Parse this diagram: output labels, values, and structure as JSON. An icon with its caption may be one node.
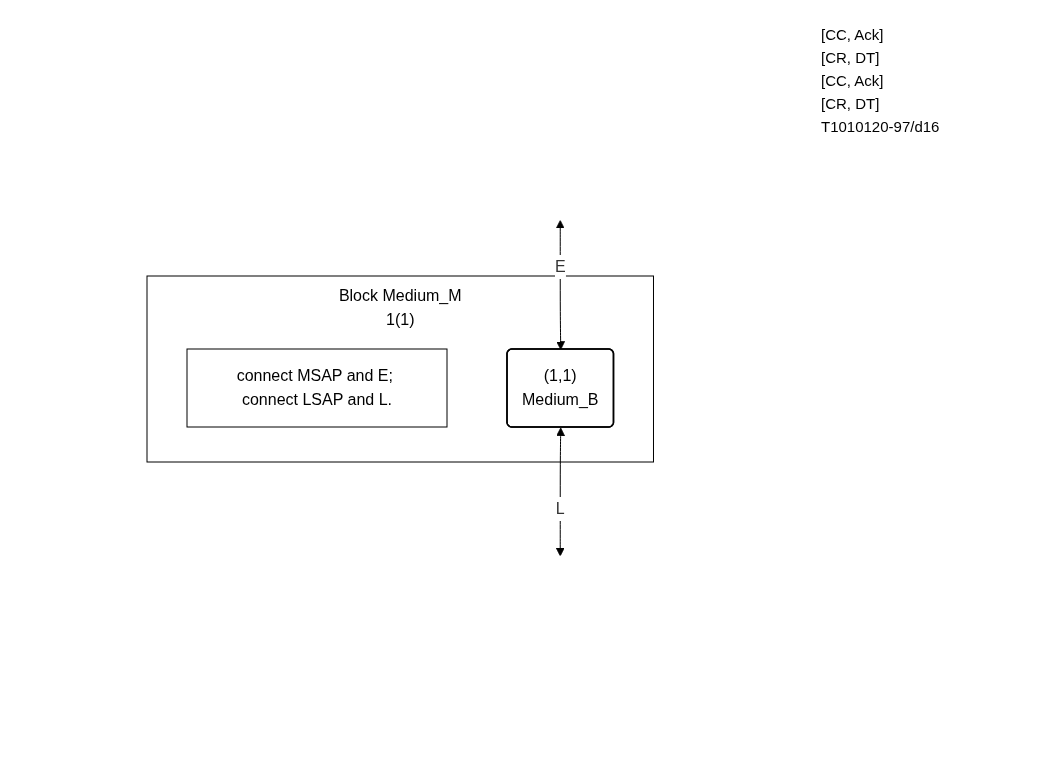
{
  "diagram": {
    "nodes": [
      {
        "text": [
          "Block Medium_M",
          "1(1)"
        ]
      },
      {
        "text": [
          "connect MSAP and E; connect LSAP and L."
        ],
        "in": 0
      },
      {
        "text": [
          "(1,1)",
          "Medium_B"
        ],
        "in": 0
      }
    ],
    "edges": [
      {
        "from": null,
        "to": 2,
        "arrow": "both",
        "label": "E"
      },
      {
        "from": 2,
        "to": null,
        "arrow": "both",
        "label": "L"
      }
    ],
    "labels": [
      "[CC, Ack]",
      "[CR, DT]",
      "[CC, Ack]",
      "[CR, DT]",
      "T1010120-97/d16"
    ]
  }
}
